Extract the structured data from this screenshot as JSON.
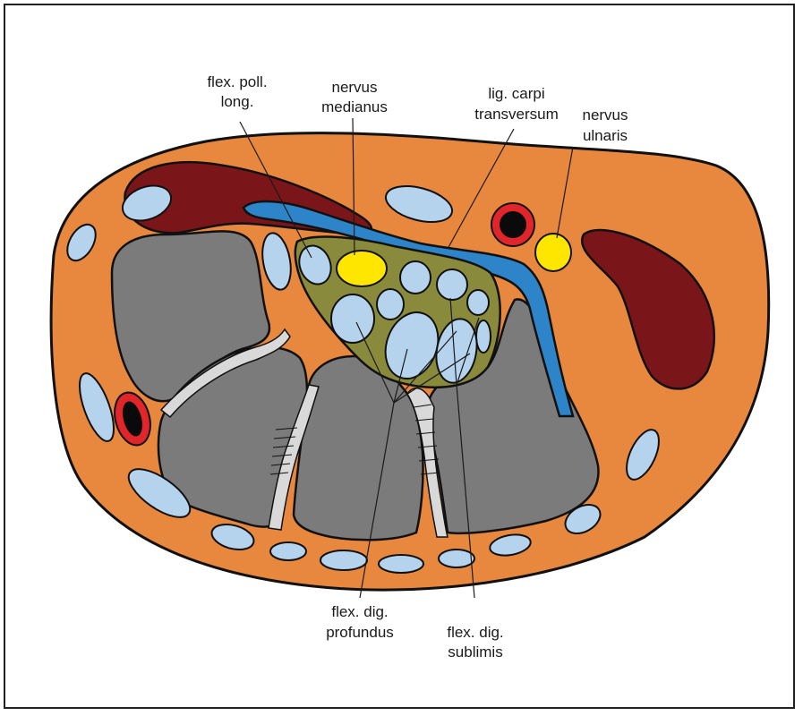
{
  "labels": {
    "flex_poll_long": [
      "flex. poll.",
      "long."
    ],
    "nervus_medianus": [
      "nervus",
      "medianus"
    ],
    "lig_carpi_transversum": [
      "lig. carpi",
      "transversum"
    ],
    "nervus_ulnaris": [
      "nervus",
      "ulnaris"
    ],
    "flex_dig_profundus": [
      "flex. dig.",
      "profundus"
    ],
    "flex_dig_sublimis": [
      "flex. dig.",
      "sublimis"
    ]
  },
  "colors": {
    "tissue": "#E8883F",
    "muscle": "#7A1519",
    "bone": "#7B7B7B",
    "tendon": "#B6D3EE",
    "nerve": "#FFE600",
    "ligament": "#2D84C8",
    "tendon_sheath": "#8A8A3C",
    "vessel_wall": "#E0252B",
    "vessel_lumen": "#0A0A0A",
    "cartilage": "#D9D9D9",
    "outline": "#111111"
  }
}
